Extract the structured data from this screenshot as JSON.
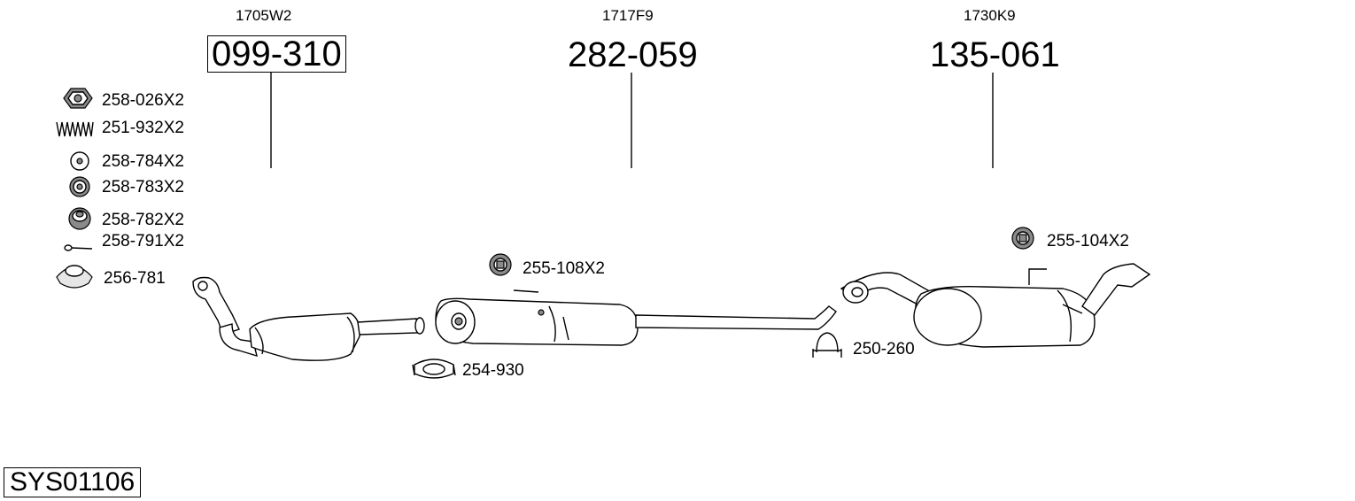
{
  "sections": [
    {
      "ref": "1705W2",
      "part": "099-310",
      "boxed": true
    },
    {
      "ref": "1717F9",
      "part": "282-059",
      "boxed": false
    },
    {
      "ref": "1730K9",
      "part": "135-061",
      "boxed": false
    }
  ],
  "accessories": {
    "nut": "258-026X2",
    "spring": "251-932X2",
    "washer": "258-784X2",
    "rubber_ring_a": "258-783X2",
    "rubber_ring_b": "258-782X2",
    "bolt": "258-791X2",
    "gasket": "256-781",
    "clamp_front": "254-930",
    "hanger_mid": "255-108X2",
    "clamp_rear": "250-260",
    "hanger_rear": "255-104X2"
  },
  "system_code": "SYS01106"
}
